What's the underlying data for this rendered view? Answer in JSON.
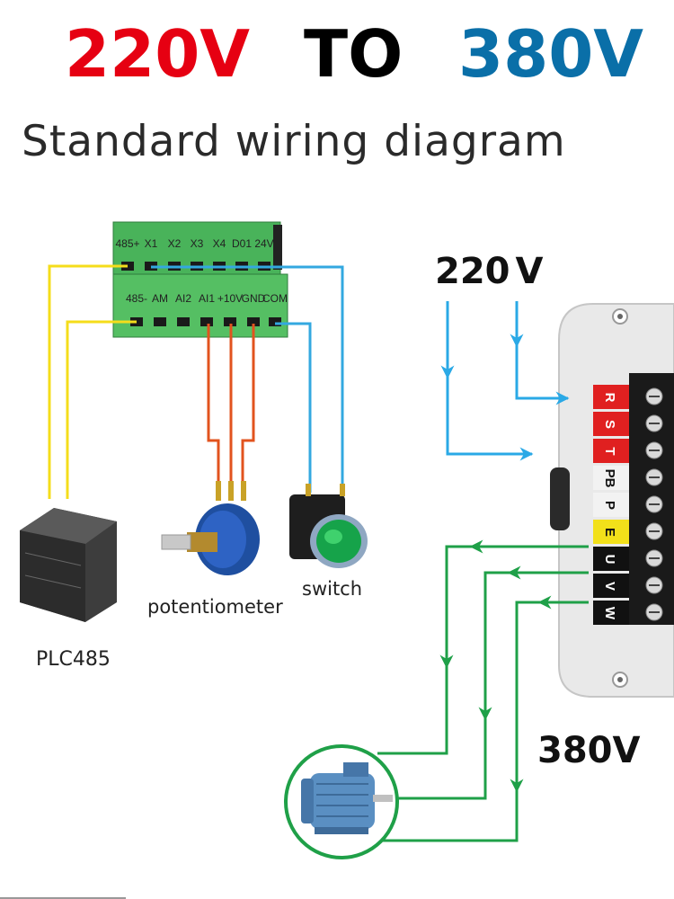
{
  "header": {
    "from_voltage": "220V",
    "connector": "TO",
    "to_voltage": "380V",
    "colors": {
      "from": "#e60012",
      "connector": "#000000",
      "to": "#0a6fa8"
    }
  },
  "subtitle": "Standard wiring diagram",
  "control_terminal": {
    "top_row": [
      "485+",
      "X1",
      "X2",
      "X3",
      "X4",
      "D01",
      "24V"
    ],
    "bottom_row": [
      "485-",
      "AM",
      "AI2",
      "AI1",
      "+10V",
      "GND",
      "COM"
    ]
  },
  "devices": {
    "plc": "PLC485",
    "potentiometer": "potentiometer",
    "switch": "switch"
  },
  "input_label": "220",
  "input_label_unit": "V",
  "output_label": "380V",
  "power_terminals": [
    "R",
    "S",
    "T",
    "PB",
    "P",
    "E",
    "U",
    "V",
    "W"
  ],
  "wire_colors": {
    "rs485": "#f5dd1b",
    "analog": "#e2531e",
    "digital": "#33a8e0",
    "input_power": "#2aa9e6",
    "output_power": "#1fa048"
  }
}
